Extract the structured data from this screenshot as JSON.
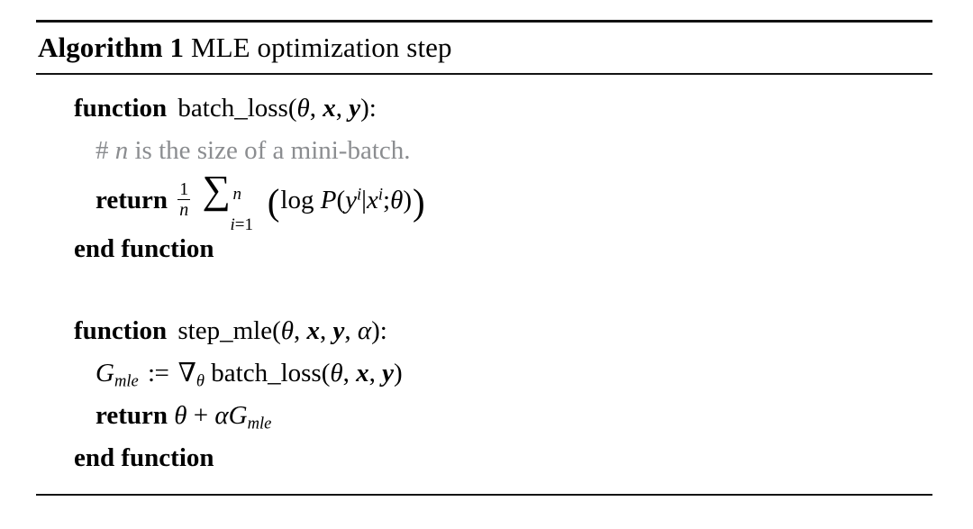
{
  "document": {
    "kind": "algorithm-float",
    "background_color": "#ffffff",
    "text_color": "#000000",
    "comment_color": "#8b8d90"
  },
  "caption": {
    "label": "Algorithm 1",
    "title": "MLE optimization step"
  },
  "code": {
    "line1": {
      "keyword": "function",
      "name": "batch_loss(",
      "arg_theta": "θ",
      "comma1": ", ",
      "arg_x": "x",
      "comma2": ", ",
      "arg_y": "y",
      "close": "):"
    },
    "line2": {
      "hash": "#",
      "var_n": "n",
      "text": "is the size of a mini-batch."
    },
    "line3": {
      "keyword": "return",
      "frac_num": "1",
      "frac_den": "n",
      "sum_symbol": "∑",
      "sum_upper": "n",
      "sum_lower_index": "i",
      "sum_lower_eq": "=",
      "sum_lower_start": "1",
      "paren_open": "(",
      "log": "log",
      "prob": "P",
      "inner_open": "(",
      "y": "y",
      "y_sup": "i",
      "given": "|",
      "x": "x",
      "x_sup": "i",
      "semicolon": ";",
      "theta": "θ",
      "inner_close": ")",
      "paren_close": ")"
    },
    "line4": {
      "keyword": "end function"
    },
    "line5": {
      "blank": ""
    },
    "line6": {
      "keyword": "function",
      "name": "step_mle(",
      "arg_theta": "θ",
      "comma1": ", ",
      "arg_x": "x",
      "comma2": ", ",
      "arg_y": "y",
      "comma3": ", ",
      "arg_alpha": "α",
      "close": "):"
    },
    "line7": {
      "lhs": "G",
      "lhs_sub": "mle",
      "assign": ":=",
      "nabla": "∇",
      "nabla_sub": "θ",
      "call": "batch_loss(",
      "arg_theta": "θ",
      "comma1": ", ",
      "arg_x": "x",
      "comma2": ", ",
      "arg_y": "y",
      "close": ")"
    },
    "line8": {
      "keyword": "return",
      "theta": "θ",
      "plus": "+",
      "alpha": "α",
      "G": "G",
      "G_sub": "mle"
    },
    "line9": {
      "keyword": "end function"
    }
  }
}
